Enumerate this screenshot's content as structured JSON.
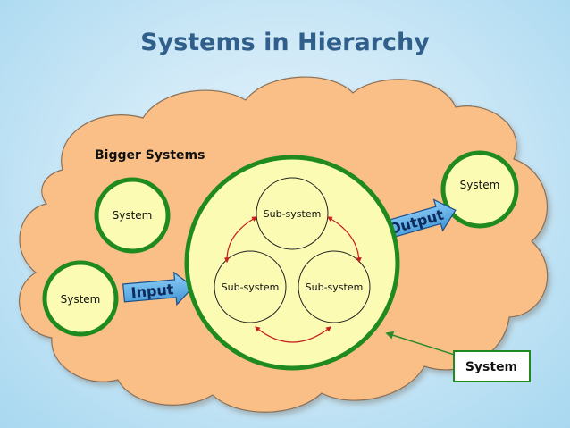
{
  "title": "Systems in Hierarchy",
  "cloud": {
    "label": "Bigger Systems"
  },
  "systems": {
    "left_top": "System",
    "left_bottom": "System",
    "right_top": "System"
  },
  "central": {
    "subsystems": [
      "Sub-system",
      "Sub-system",
      "Sub-system"
    ]
  },
  "arrows": {
    "input": "Input",
    "output": "Output"
  },
  "callout": {
    "label": "System"
  },
  "colors": {
    "cloud_fill": "#f9bf87",
    "system_fill": "#fbfbb4",
    "ring_stroke": "#1f8a1f",
    "arrow_fill": "#5aa9e6",
    "connector": "#c81e1e"
  }
}
